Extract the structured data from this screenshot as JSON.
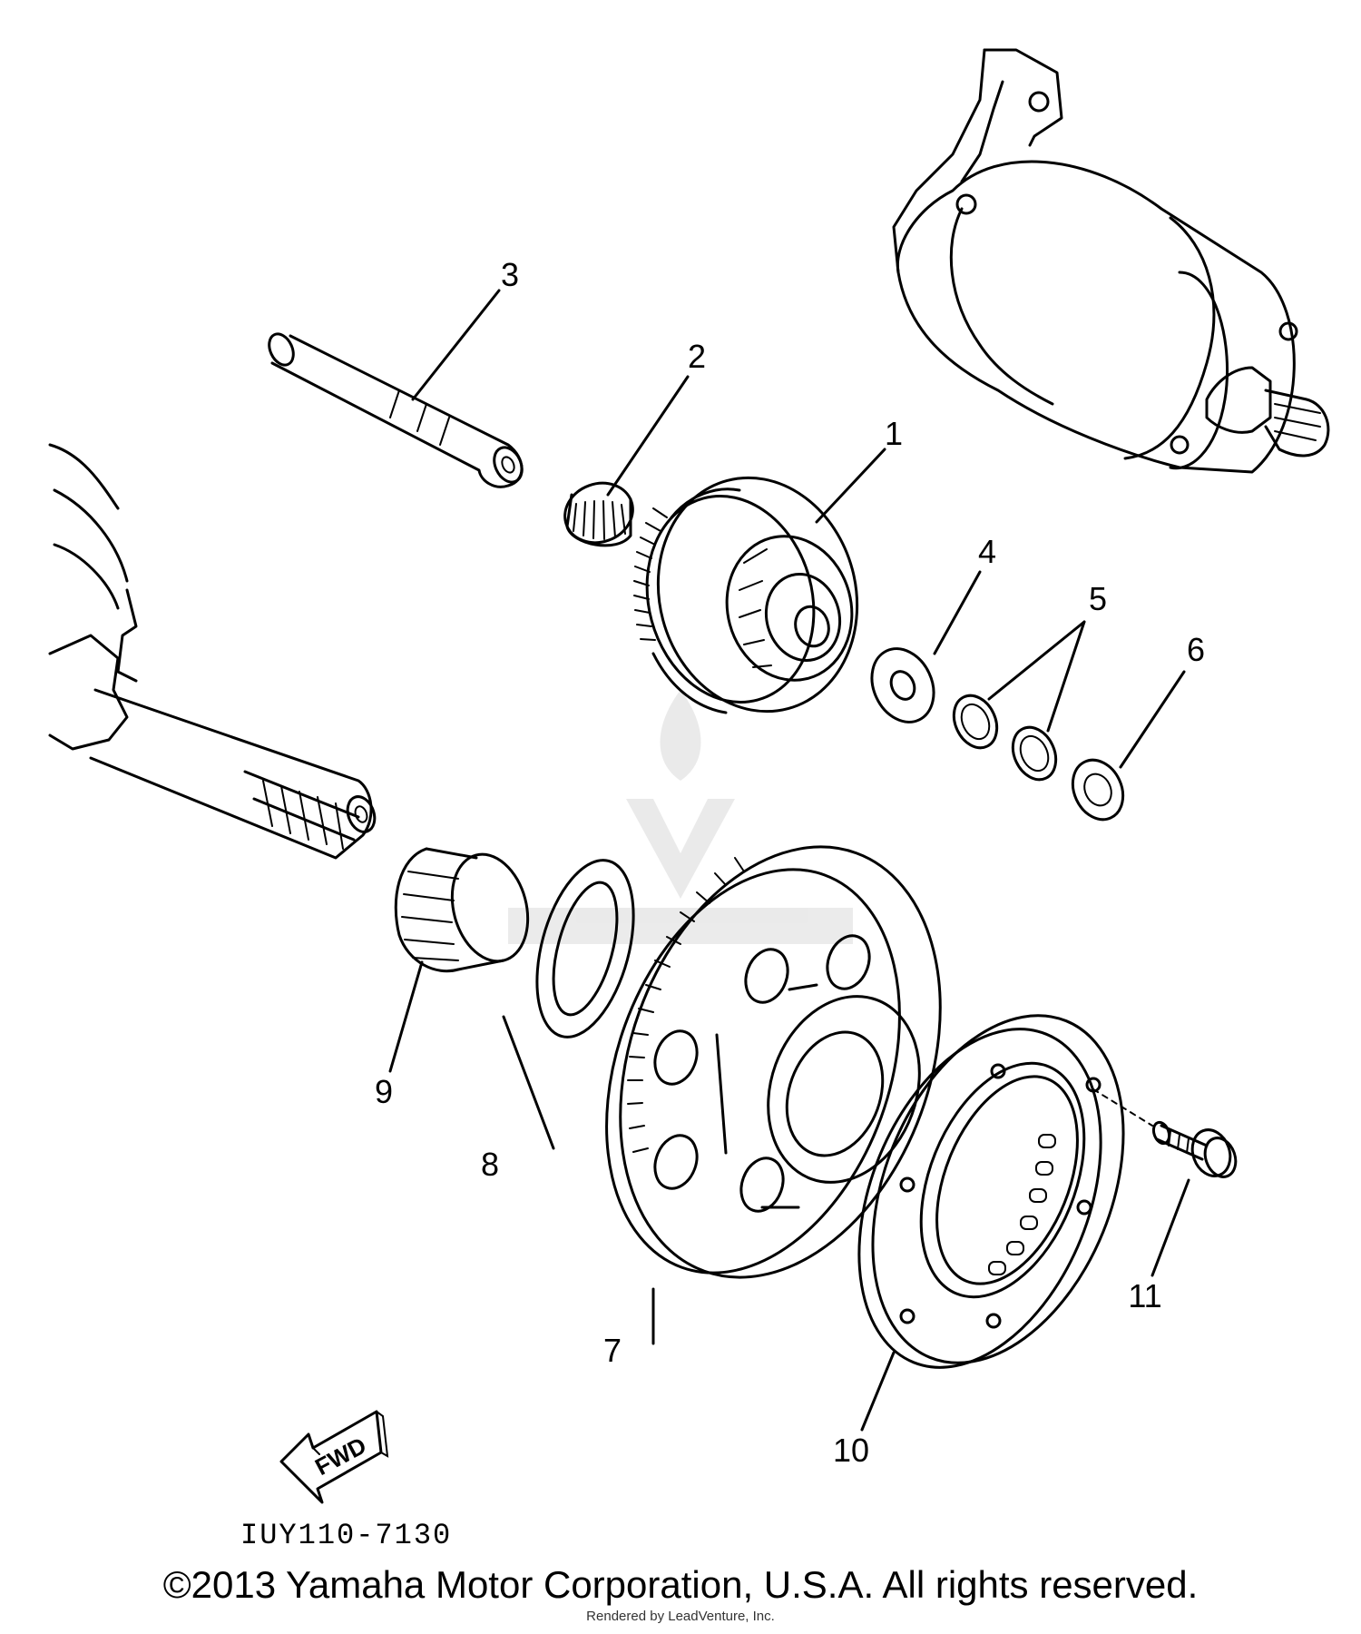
{
  "callouts": [
    "1",
    "2",
    "3",
    "4",
    "5",
    "6",
    "7",
    "8",
    "9",
    "10",
    "11"
  ],
  "diagram_code": "IUY110-7130",
  "direction_label": "FWD",
  "copyright": "©2013 Yamaha Motor Corporation, U.S.A. All rights reserved.",
  "rendered_by": "Rendered by LeadVenture, Inc."
}
